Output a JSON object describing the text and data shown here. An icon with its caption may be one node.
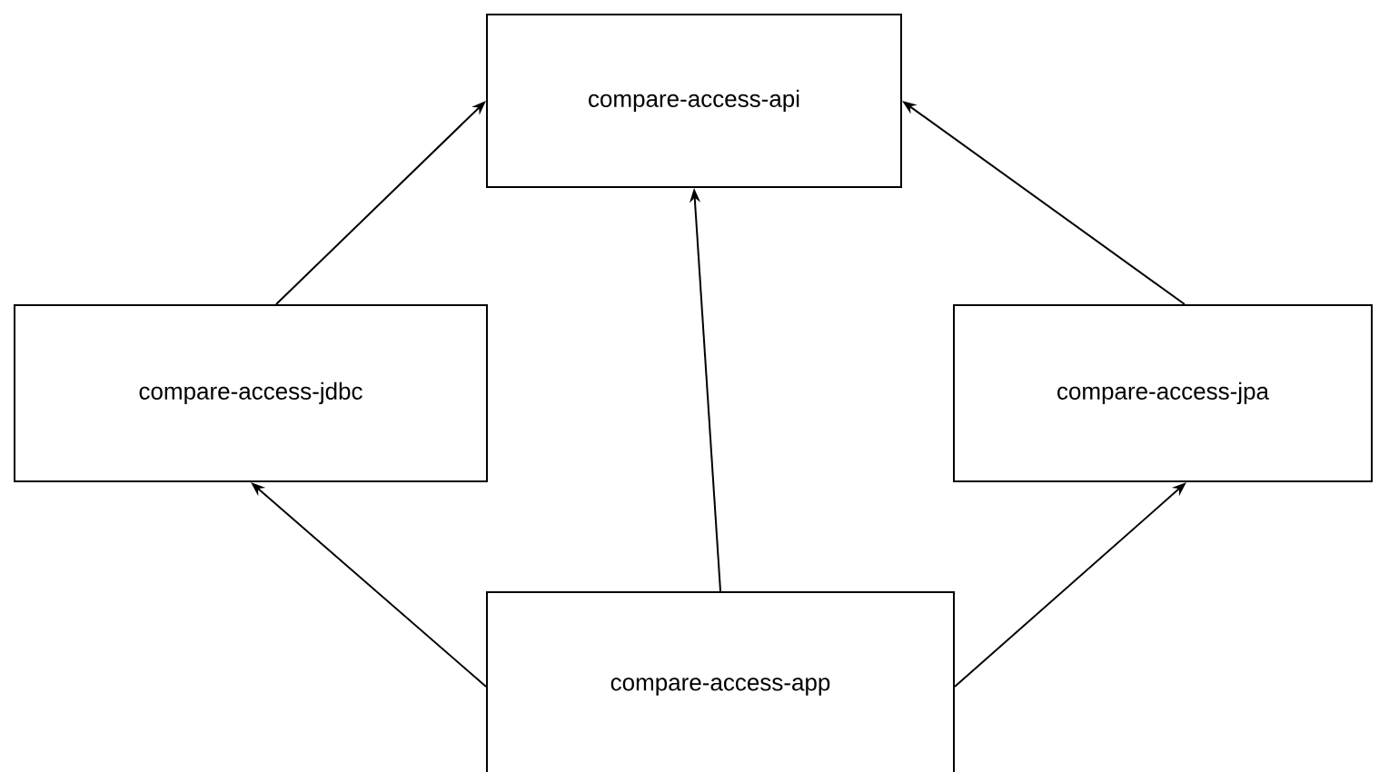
{
  "diagram": {
    "nodes": [
      {
        "text": [
          "compare-access-api"
        ]
      },
      {
        "text": [
          "compare-access-jdbc"
        ]
      },
      {
        "text": [
          "compare-access-jpa"
        ]
      },
      {
        "text": [
          "compare-access-app"
        ]
      }
    ],
    "edges": [
      {
        "from": 1,
        "to": 0,
        "arrow": "to"
      },
      {
        "from": 3,
        "to": 0,
        "arrow": "to"
      },
      {
        "from": 2,
        "to": 0,
        "arrow": "to"
      },
      {
        "from": 3,
        "to": 1,
        "arrow": "to"
      },
      {
        "from": 3,
        "to": 2,
        "arrow": "to"
      }
    ]
  }
}
